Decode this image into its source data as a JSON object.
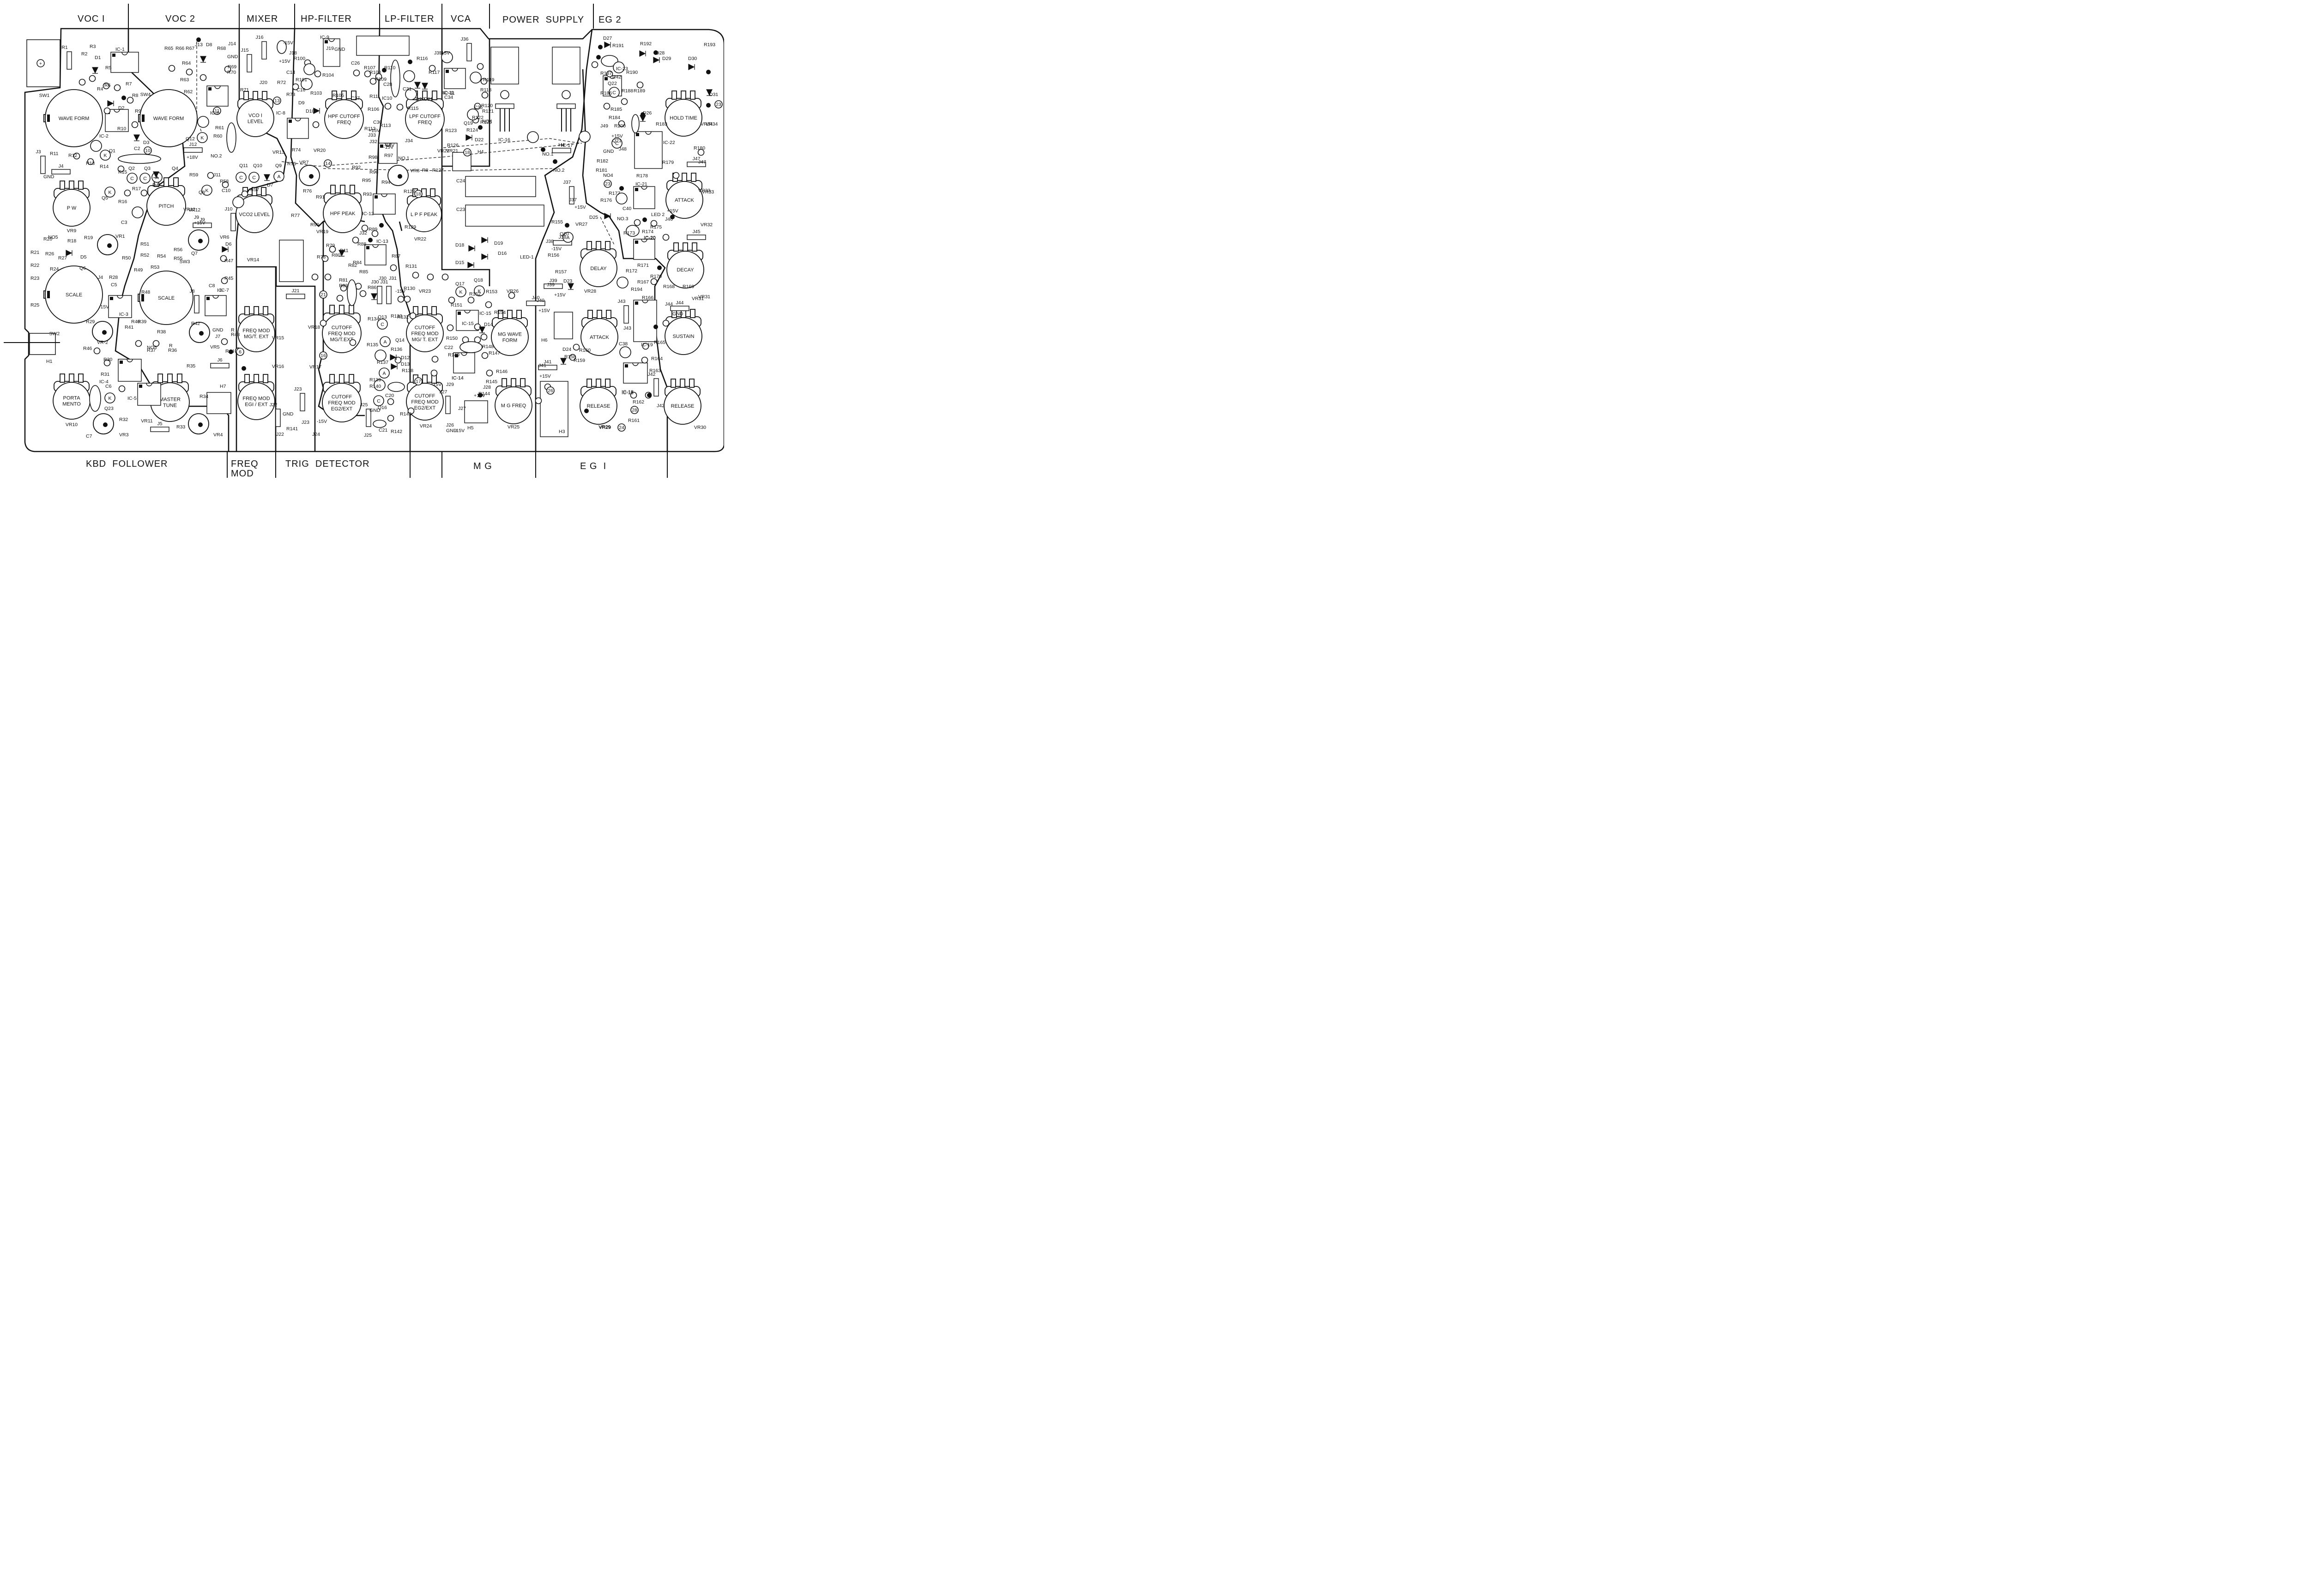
{
  "sections_top": [
    {
      "id": "voc1",
      "label": "VOC I"
    },
    {
      "id": "voc2",
      "label": "VOC 2"
    },
    {
      "id": "mixer",
      "label": "MIXER"
    },
    {
      "id": "hpf",
      "label": "HP-FILTER"
    },
    {
      "id": "lpf",
      "label": "LP-FILTER"
    },
    {
      "id": "vca",
      "label": "VCA"
    },
    {
      "id": "psu",
      "label": "POWER  SUPPLY"
    },
    {
      "id": "eg2",
      "label": "EG 2"
    }
  ],
  "sections_bottom": [
    {
      "id": "kbd",
      "label": "KBD  FOLLOWER"
    },
    {
      "id": "fmod1",
      "label": "FREQ"
    },
    {
      "id": "fmod2",
      "label": "MOD"
    },
    {
      "id": "trig",
      "label": "TRIG  DETECTOR"
    },
    {
      "id": "mg",
      "label": "M G"
    },
    {
      "id": "eg1",
      "label": "E G  I"
    }
  ],
  "round_controls": [
    {
      "label": "WAVE FORM"
    },
    {
      "label": "WAVE FORM"
    },
    {
      "label": "P W",
      "ref": "VR9"
    },
    {
      "label": "PITCH",
      "ref": "VR12"
    },
    {
      "label": "SCALE"
    },
    {
      "label": "SCALE"
    },
    {
      "label": "PORTA MENTO",
      "ref": "VR10"
    },
    {
      "label": "MASTER TUNE",
      "ref": "VR11"
    },
    {
      "label": "VCO I LEVEL",
      "ref": "VR13"
    },
    {
      "label": "VCO2 LEVEL",
      "ref": "VR14"
    },
    {
      "label": "FREQ MOD MG/T. EXT",
      "ref": "VR15"
    },
    {
      "label": "FREQ MOD EGI / EXT",
      "ref": "VR16"
    },
    {
      "label": "HPF CUTOFF FREQ",
      "ref": "VR20"
    },
    {
      "label": "HPF PEAK",
      "ref": "VR19"
    },
    {
      "label": "CUTOFF FREQ MOD MG/T.EXT",
      "ref": "VR18"
    },
    {
      "label": "CUTOFF FREQ MOD EG2/EXT",
      "ref": "VR17"
    },
    {
      "label": "LPF CUTOFF FREQ",
      "ref": "VR21"
    },
    {
      "label": "L P F PEAK",
      "ref": "VR22"
    },
    {
      "label": "CUTOFF FREQ MOD MG/ T. EXT",
      "ref": "VR23"
    },
    {
      "label": "CUTOFF FREQ MOD EG2/EXT",
      "ref": "VR24"
    },
    {
      "label": "MG WAVE FORM",
      "ref": "VR26"
    },
    {
      "label": "M G FREQ",
      "ref": "VR25"
    },
    {
      "label": "HOLD TIME",
      "ref": "VR34"
    },
    {
      "label": "ATTACK",
      "ref": "VR33"
    },
    {
      "label": "DECAY",
      "ref": "VR32"
    },
    {
      "label": "SUSTAIN",
      "ref": "VR31"
    },
    {
      "label": "RELEASE",
      "ref": "VR30"
    },
    {
      "label": "DELAY",
      "ref": "VR28"
    },
    {
      "label": "ATTACK",
      "ref": "VR28"
    },
    {
      "label": "RELEASE",
      "ref": "VR29"
    }
  ],
  "refs": {
    "sw": [
      "SW1",
      "SW2",
      "SW3",
      "SW4"
    ],
    "vr_small": [
      "VR1",
      "VR-2",
      "VR3",
      "VR4",
      "VR5",
      "VR6",
      "VR7",
      "VR8"
    ],
    "ics": [
      "IC-1",
      "IC-2",
      "IC-3",
      "IC-4",
      "IC-5",
      "IC-6",
      "IC-7",
      "IC-8",
      "IC-9",
      "IC10",
      "IC-11",
      "IC-12",
      "IC-13",
      "IC-14",
      "IC-15",
      "IC-16",
      "IC-17",
      "IC-18",
      "IC-19",
      "IC-20",
      "IC-21",
      "IC-22",
      "IC-23"
    ],
    "headers": [
      "H1",
      "H2",
      "H3",
      "H4",
      "H5",
      "H6",
      "H7"
    ],
    "power_labels": [
      "+15V",
      "-15V",
      "+18V",
      "GND"
    ],
    "net_tags": [
      "NO.1",
      "NO.2",
      "NO.3",
      "NO4",
      "NO5"
    ],
    "led": [
      "LED-1",
      "LED 2"
    ],
    "caps": [
      "C1",
      "C2",
      "C3",
      "C4",
      "C5",
      "C6",
      "C7",
      "C8",
      "C9",
      "C10",
      "C11",
      "C12",
      "C14",
      "C15",
      "C16",
      "C17",
      "C18",
      "C19",
      "C20",
      "C21",
      "C22",
      "C23",
      "C24",
      "C25",
      "C26",
      "C27",
      "C28",
      "C29",
      "C30",
      "C31",
      "C32",
      "C33",
      "C34",
      "C35",
      "C36",
      "C37",
      "C38",
      "C39",
      "C40",
      "C41",
      "C42",
      "C43"
    ],
    "misc": [
      "J1",
      "J2",
      "J3",
      "J4",
      "J5",
      "J6",
      "J7",
      "J8",
      "J9",
      "J10",
      "J11",
      "J12",
      "J13",
      "J14",
      "J15",
      "J16",
      "J17",
      "J18",
      "J19",
      "J20",
      "J21",
      "J22",
      "J23",
      "J24",
      "J25",
      "J26",
      "J27",
      "J28",
      "J29",
      "J30",
      "J31",
      "J32",
      "J33",
      "J34",
      "J35",
      "J36",
      "J37",
      "J38",
      "J39",
      "J40",
      "J41",
      "J42",
      "J43",
      "J44",
      "J45",
      "J46",
      "J47",
      "J48",
      "J49"
    ]
  }
}
